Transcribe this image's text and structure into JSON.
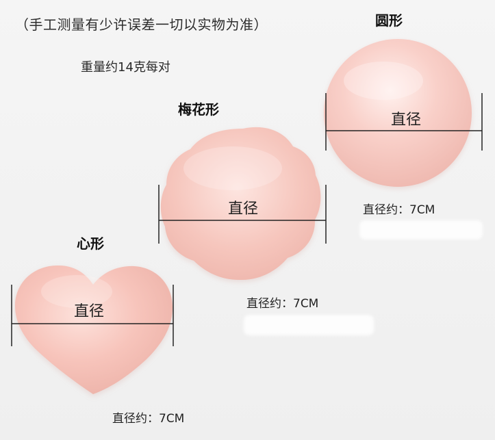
{
  "header": {
    "note": "（手工测量有少许误差一切以实物为准）",
    "weight": "重量约14克每对"
  },
  "shapes": {
    "round": {
      "title": "圆形",
      "diameter_label": "直径",
      "size": "直径约：7CM"
    },
    "plum": {
      "title": "梅花形",
      "diameter_label": "直径",
      "size": "直径约：7CM"
    },
    "heart": {
      "title": "心形",
      "diameter_label": "直径",
      "size": "直径约：7CM"
    }
  },
  "colors": {
    "background": "#f3f3f3",
    "pad_light": "#ffe0db",
    "pad_mid": "#f8c4bb",
    "pad_edge": "#ebb0a6",
    "line": "#222222"
  }
}
